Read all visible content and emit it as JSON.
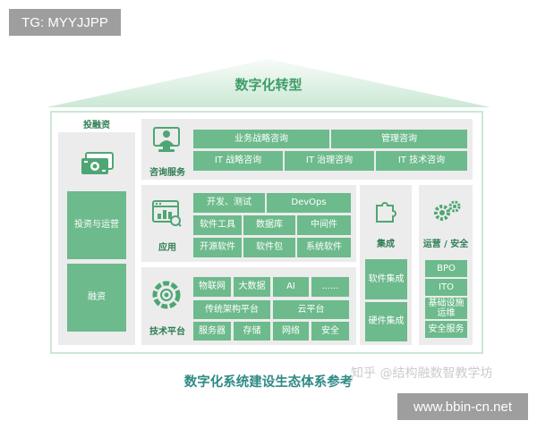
{
  "overlay_tag": "TG: MYYJJPP",
  "title": "数字化转型",
  "investment": {
    "heading": "投融资",
    "icon": "money-icon",
    "boxes": [
      "投资与运营",
      "融资"
    ]
  },
  "consulting": {
    "label": "咨询服务",
    "icon": "consultant-icon",
    "rows": [
      [
        "业务战略咨询",
        "管理咨询"
      ],
      [
        "IT 战略咨询",
        "IT 治理咨询",
        "IT 技术咨询"
      ]
    ]
  },
  "application": {
    "label": "应用",
    "icon": "application-window-icon",
    "rows": [
      [
        "开发、测试",
        "DevOps"
      ],
      [
        "软件工具",
        "数据库",
        "中间件"
      ],
      [
        "开源软件",
        "软件包",
        "系统软件"
      ]
    ]
  },
  "platform": {
    "label": "技术平台",
    "icon": "platform-dial-icon",
    "rows": [
      [
        "物联网",
        "大数据",
        "AI",
        "......"
      ],
      [
        "传统架构平台",
        "云平台"
      ],
      [
        "服务器",
        "存储",
        "网络",
        "安全"
      ]
    ]
  },
  "integration": {
    "label": "集成",
    "icon": "puzzle-icon",
    "boxes": [
      "软件集成",
      "硬件集成"
    ]
  },
  "operations": {
    "label": "运营 / 安全",
    "icon": "gears-icon",
    "boxes": [
      "BPO",
      "ITO",
      "基础设施运维",
      "安全服务"
    ]
  },
  "caption": "数字化系统建设生态体系参考",
  "watermark": "知乎 @结构融数智教学坊",
  "site_tag": "www.bbin-cn.net",
  "colors": {
    "cell": "#6dba8c",
    "title": "#3d9d66",
    "label": "#2f7d55",
    "panel": "#ececec",
    "border": "#cce8d6",
    "caption": "#2f8a85",
    "icon": "#4ea674",
    "tag": "#9e9e9e"
  }
}
